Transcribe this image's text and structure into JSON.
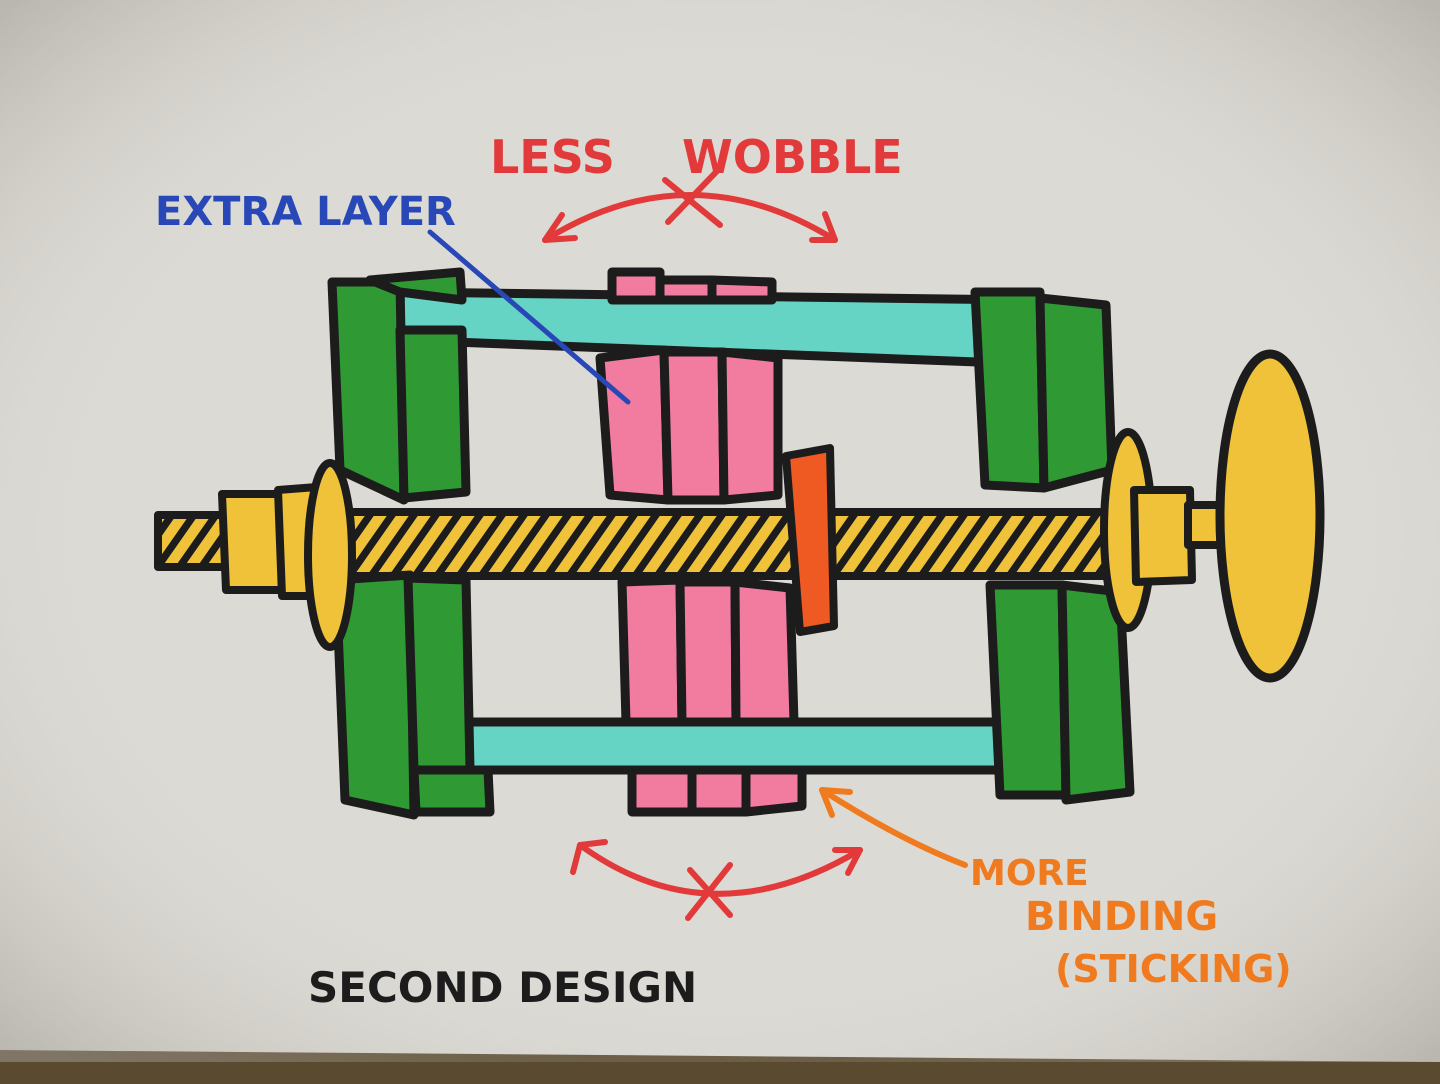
{
  "labels": {
    "less": "LESS",
    "wobble": "WOBBLE",
    "extra_layer": "EXTRA LAYER",
    "more": "MORE",
    "binding": "BINDING",
    "sticking": "(STICKING)",
    "design": "SECOND DESIGN"
  },
  "colors": {
    "paper": "#dcdad4",
    "ink": "#1c1c1c",
    "green": "#2f9a34",
    "pink": "#f27ba0",
    "teal": "#66d4c4",
    "yellow": "#f0c23a",
    "orange": "#ee5a22",
    "red": "#e23a3a",
    "blue": "#2848b8",
    "label_orange": "#f07a1e"
  }
}
